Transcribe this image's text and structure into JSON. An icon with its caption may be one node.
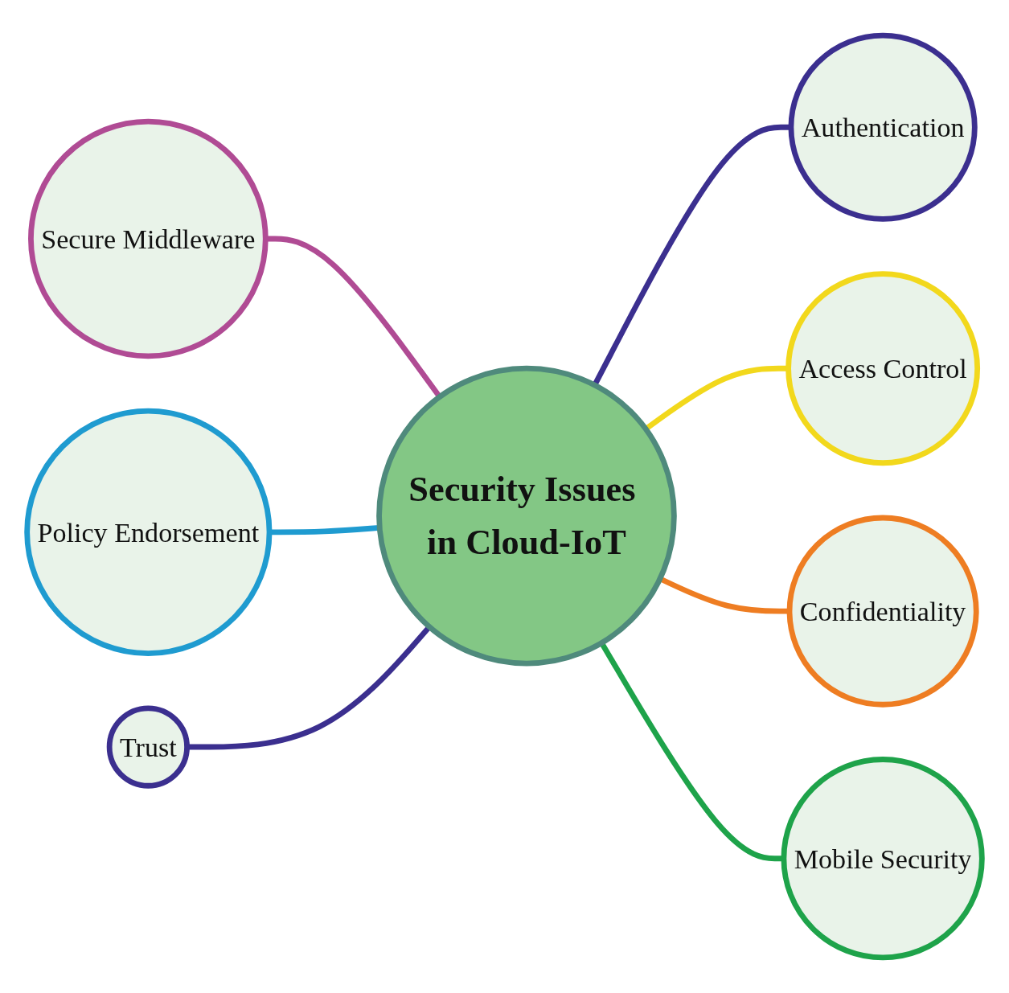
{
  "diagram": {
    "nodes": [
      {
        "text": [
          "Security Issues in Cloud-IoT"
        ]
      },
      {
        "text": [
          "Authentication"
        ]
      },
      {
        "text": [
          "Access Control"
        ]
      },
      {
        "text": [
          "Confidentiality"
        ]
      },
      {
        "text": [
          "Mobile Security"
        ]
      },
      {
        "text": [
          "Trust"
        ]
      },
      {
        "text": [
          "Policy Endorsement"
        ]
      },
      {
        "text": [
          "Secure Middleware"
        ]
      }
    ],
    "edges": [
      {
        "from": 7,
        "to": 0,
        "arrow": "none",
        "color": "#b04b94"
      },
      {
        "from": 6,
        "to": 0,
        "arrow": "none",
        "color": "#1f9bd0"
      },
      {
        "from": 5,
        "to": 0,
        "arrow": "none",
        "color": "#3b2f8f"
      },
      {
        "from": 0,
        "to": 1,
        "arrow": "none",
        "color": "#3b2f8f"
      },
      {
        "from": 0,
        "to": 2,
        "arrow": "none",
        "color": "#f2d81c"
      },
      {
        "from": 0,
        "to": 3,
        "arrow": "none",
        "color": "#ee7d22"
      },
      {
        "from": 0,
        "to": 4,
        "arrow": "none",
        "color": "#1ea34a"
      }
    ]
  }
}
